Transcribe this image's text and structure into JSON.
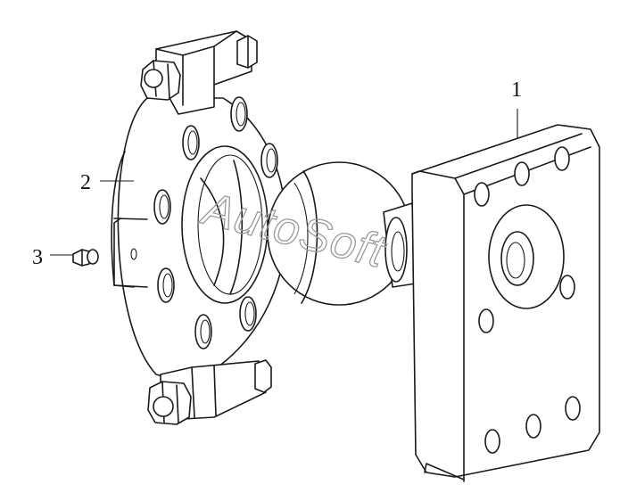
{
  "callouts": {
    "part_1": "1",
    "part_2": "2",
    "part_3": "3"
  },
  "watermark": "AutoSoft",
  "colors": {
    "line": "#1a1a1a",
    "watermark": "#9a9a9a",
    "background": "#ffffff"
  }
}
